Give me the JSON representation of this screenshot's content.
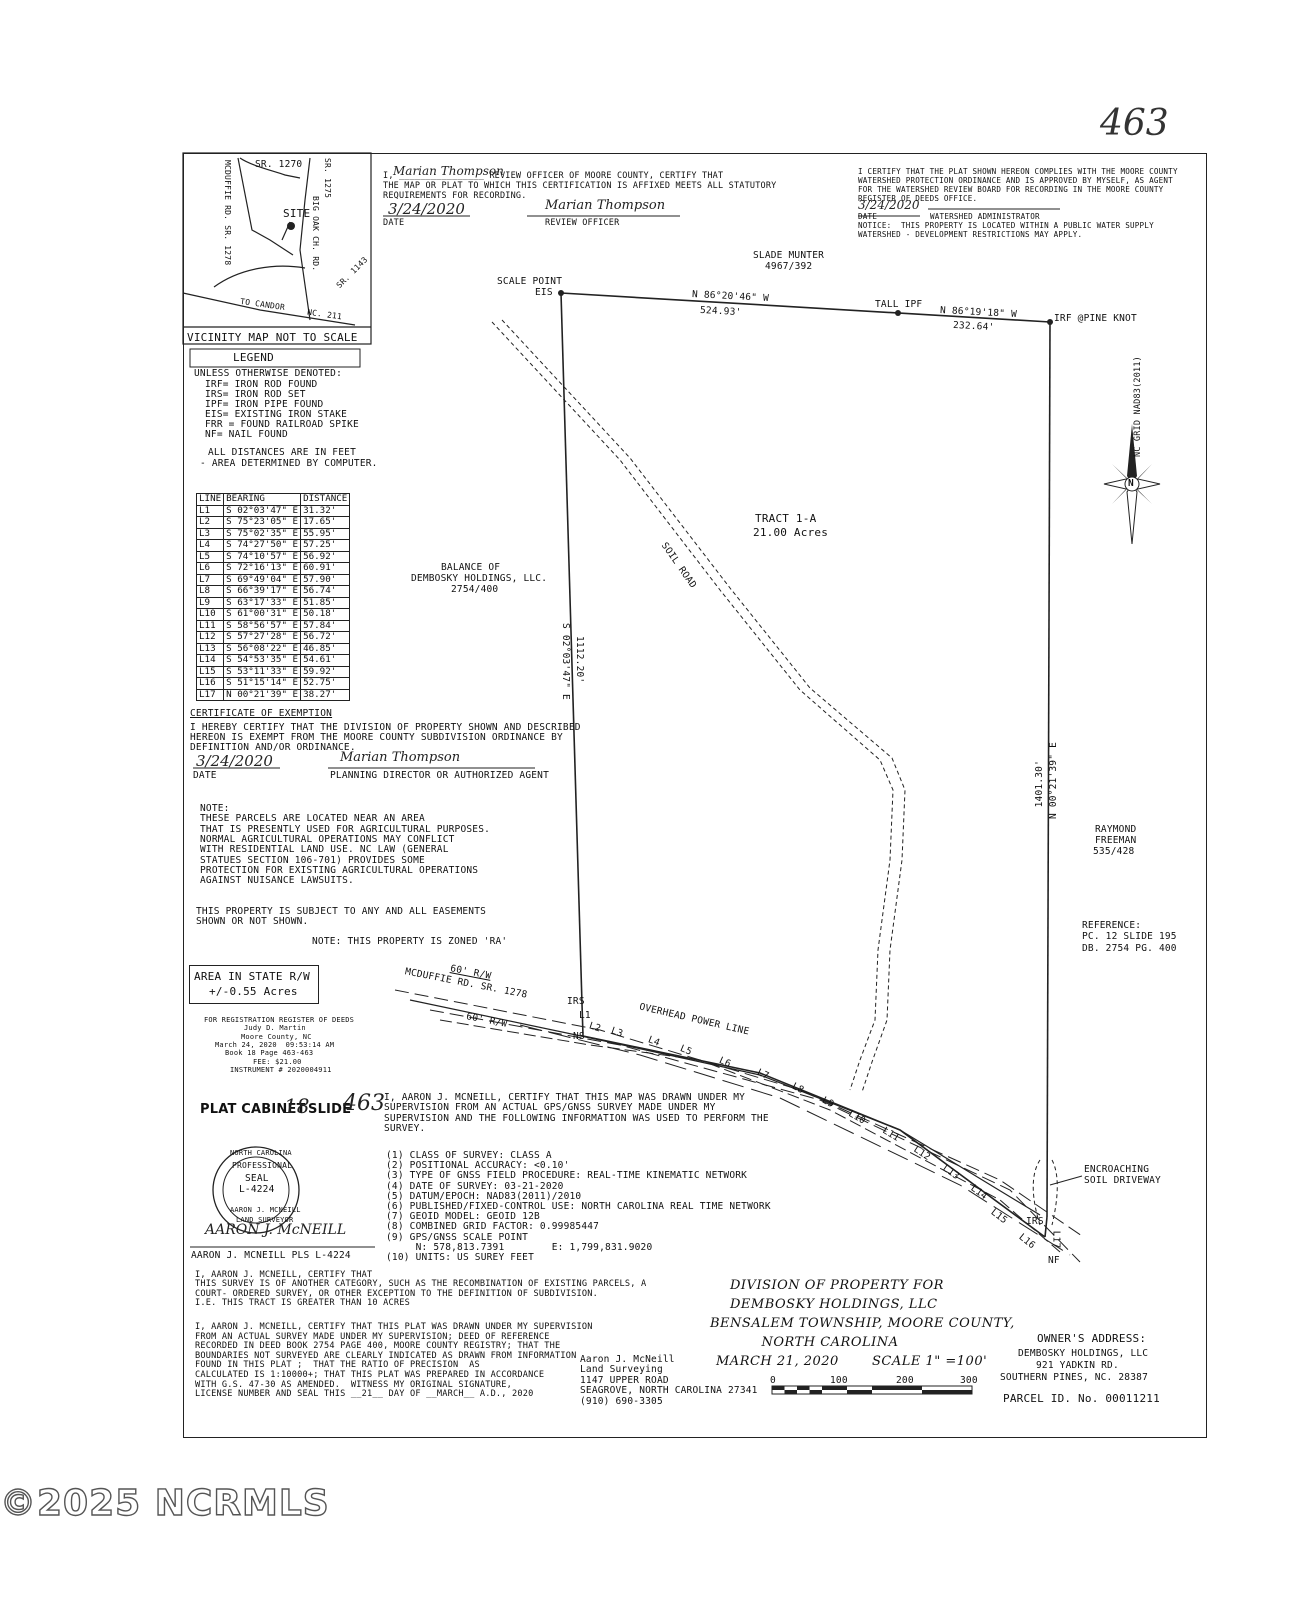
{
  "page_number": "463",
  "vicinity_map": {
    "roads": [
      "SR. 1270",
      "MCDUFFIE RD. SR. 1278",
      "SR. 1275",
      "BIG OAK CH. RD.",
      "SR. 1143",
      "TO CANDOR",
      "NC. 211"
    ],
    "site_label": "SITE",
    "caption": "VICINITY MAP NOT TO SCALE"
  },
  "review_officer_cert": {
    "lines": [
      "I, ________________ REVIEW OFFICER OF MOORE COUNTY, CERTIFY THAT",
      "THE MAP OR PLAT TO WHICH THIS CERTIFICATION IS AFFIXED MEETS ALL STATUTORY",
      "REQUIREMENTS FOR RECORDING."
    ],
    "signature_name": "Marian Thompson",
    "date_hand": "3/24/2020",
    "date_label": "DATE",
    "officer_label": "REVIEW OFFICER"
  },
  "watershed_cert": {
    "lines": [
      "I CERTIFY THAT THE PLAT SHOWN HEREON COMPLIES WITH THE MOORE COUNTY",
      "WATERSHED PROTECTION ORDINANCE AND IS APPROVED BY MYSELF, AS AGENT",
      "FOR THE WATERSHED REVIEW BOARD FOR RECORDING IN THE MOORE COUNTY",
      "REGISTER OF DEEDS OFFICE."
    ],
    "date_hand": "3/24/2020",
    "date_label": "DATE",
    "admin_label": "WATERSHED ADMINISTRATOR",
    "notice_lines": [
      "NOTICE:  THIS PROPERTY IS LOCATED WITHIN A PUBLIC WATER SUPPLY",
      "WATERSHED - DEVELOPMENT RESTRICTIONS MAY APPLY."
    ]
  },
  "legend": {
    "title": "LEGEND",
    "lines": [
      "UNLESS OTHERWISE DENOTED:",
      "IRF= IRON ROD FOUND",
      "IRS= IRON ROD SET",
      "IPF= IRON PIPE FOUND",
      "EIS= EXISTING IRON STAKE",
      "FRR = FOUND RAILROAD SPIKE",
      "NF= NAIL FOUND"
    ],
    "distance_note": [
      "ALL DISTANCES ARE IN FEET",
      "- AREA DETERMINED BY COMPUTER."
    ]
  },
  "line_table": {
    "headers": [
      "LINE",
      "BEARING",
      "DISTANCE"
    ],
    "rows": [
      [
        "L1",
        "S 02°03'47\" E",
        "31.32'"
      ],
      [
        "L2",
        "S 75°23'05\" E",
        "17.65'"
      ],
      [
        "L3",
        "S 75°02'35\" E",
        "55.95'"
      ],
      [
        "L4",
        "S 74°27'50\" E",
        "57.25'"
      ],
      [
        "L5",
        "S 74°10'57\" E",
        "56.92'"
      ],
      [
        "L6",
        "S 72°16'13\" E",
        "60.91'"
      ],
      [
        "L7",
        "S 69°49'04\" E",
        "57.90'"
      ],
      [
        "L8",
        "S 66°39'17\" E",
        "56.74'"
      ],
      [
        "L9",
        "S 63°17'33\" E",
        "51.85'"
      ],
      [
        "L10",
        "S 61°00'31\" E",
        "50.18'"
      ],
      [
        "L11",
        "S 58°56'57\" E",
        "57.84'"
      ],
      [
        "L12",
        "S 57°27'28\" E",
        "56.72'"
      ],
      [
        "L13",
        "S 56°08'22\" E",
        "46.85'"
      ],
      [
        "L14",
        "S 54°53'35\" E",
        "54.61'"
      ],
      [
        "L15",
        "S 53°11'33\" E",
        "59.92'"
      ],
      [
        "L16",
        "S 51°15'14\" E",
        "52.75'"
      ],
      [
        "L17",
        "N 00°21'39\" E",
        "38.27'"
      ]
    ]
  },
  "exemption_cert": {
    "title": "CERTIFICATE OF EXEMPTION",
    "lines": [
      "I HEREBY CERTIFY THAT THE DIVISION OF PROPERTY SHOWN AND DESCRIBED",
      "HEREON IS EXEMPT FROM THE MOORE COUNTY SUBDIVISION ORDINANCE BY",
      "DEFINITION AND/OR ORDINANCE."
    ],
    "date_hand": "3/24/2020",
    "date_label": "DATE",
    "agent_label": "PLANNING DIRECTOR OR AUTHORIZED AGENT"
  },
  "ag_note": {
    "lines": [
      "NOTE:",
      "THESE PARCELS ARE LOCATED NEAR AN AREA",
      "THAT IS PRESENTLY USED FOR AGRICULTURAL PURPOSES.",
      "NORMAL AGRICULTURAL OPERATIONS MAY CONFLICT",
      "WITH RESIDENTIAL LAND USE. NC LAW (GENERAL",
      "STATUES SECTION 106-701) PROVIDES SOME",
      "PROTECTION FOR EXISTING AGRICULTURAL OPERATIONS",
      "AGAINST NUISANCE LAWSUITS."
    ],
    "easement_lines": [
      "THIS PROPERTY IS SUBJECT TO ANY AND ALL EASEMENTS",
      "SHOWN OR NOT SHOWN."
    ],
    "zoning": "NOTE: THIS PROPERTY IS ZONED 'RA'"
  },
  "area_rw": [
    "AREA IN STATE R/W",
    "+/-0.55 Acres"
  ],
  "recording_stamp": [
    "FOR REGISTRATION REGISTER OF DEEDS",
    "Judy D. Martin",
    "Moore County, NC",
    "March 24, 2020  09:53:14 AM",
    "Book 18 Page 463-463",
    "FEE: $21.00",
    "INSTRUMENT # 2020004911"
  ],
  "plat_cabinet": {
    "label": "PLAT CABINET",
    "cabinet": "18",
    "slide_label": "SLIDE",
    "slide": "463"
  },
  "seal": {
    "text_top": "NORTH CAROLINA",
    "text_prof": "PROFESSIONAL",
    "seal_word": "SEAL",
    "number": "L-4224",
    "name": "AARON J. McNEILL",
    "text_bottom": "LAND SURVEYOR"
  },
  "surveyor_sig_caption": "AARON J. McNEILL PLS L-4224",
  "survey_cert": {
    "lines": [
      "I, AARON J. McNEILL, CERTIFY THAT THIS MAP WAS DRAWN UNDER MY",
      "SUPERVISION FROM AN ACTUAL GPS/GNSS SURVEY MADE UNDER MY",
      "SUPERVISION AND THE FOLLOWING INFORMATION WAS USED TO PERFORM THE",
      "SURVEY."
    ],
    "items": [
      "(1) CLASS OF SURVEY: CLASS A",
      "(2) POSITIONAL ACCURACY: <0.10'",
      "(3) TYPE OF GNSS FIELD PROCEDURE: REAL-TIME KINEMATIC NETWORK",
      "(4) DATE OF SURVEY: 03-21-2020",
      "(5) DATUM/EPOCH: NAD83(2011)/2010",
      "(6) PUBLISHED/FIXED-CONTROL USE: NORTH CAROLINA REAL TIME NETWORK",
      "(7) GEOID MODEL: GEOID 12B",
      "(8) COMBINED GRID FACTOR: 0.99985447",
      "(9) GPS/GNSS SCALE POINT",
      "     N: 578,813.7391        E: 1,799,831.9020",
      "(10) UNITS: US SUREY FEET"
    ]
  },
  "category_cert": [
    "I, AARON J. McNEILL, CERTIFY THAT",
    "THIS SURVEY IS OF ANOTHER CATEGORY, SUCH AS THE RECOMBINATION OF EXISTING PARCELS, A",
    "COURT- ORDERED SURVEY, OR OTHER EXCEPTION TO THE DEFINITION OF SUBDIVISION.",
    "I.E. THIS TRACT IS GREATER THAN 10 ACRES"
  ],
  "precision_cert": [
    "I, AARON J. McNEILL, CERTIFY THAT THIS PLAT WAS DRAWN UNDER MY SUPERVISION",
    "FROM AN ACTUAL SURVEY MADE UNDER MY SUPERVISION; DEED OF REFERENCE",
    "RECORDED IN DEED BOOK 2754 PAGE 400, MOORE COUNTY REGISTRY; THAT THE",
    "BOUNDARIES NOT SURVEYED ARE CLEARLY INDICATED AS DRAWN FROM INFORMATION",
    "FOUND IN THIS PLAT ;  THAT THE RATIO OF PRECISION  AS",
    "CALCULATED IS 1:10000+; THAT THIS PLAT WAS PREPARED IN ACCORDANCE",
    "WITH G.S. 47-30 AS AMENDED.  WITNESS MY ORIGINAL SIGNATURE,",
    "LICENSE NUMBER AND SEAL THIS __21__ DAY OF __March__ A.D., 2020"
  ],
  "firm": [
    "Aaron J. McNeill",
    "Land Surveying",
    "1147 UPPER ROAD",
    "SEAGROVE, NORTH CAROLINA 27341",
    "(910) 690-3305"
  ],
  "title_block": {
    "lines": [
      "DIVISION OF PROPERTY FOR",
      "DEMBOSKY HOLDINGS, LLC",
      "BENSALEM TOWNSHIP, MOORE COUNTY,",
      "NORTH CAROLINA"
    ],
    "date": "MARCH 21, 2020",
    "scale": "SCALE 1\" =100'",
    "scale_ticks": [
      "0",
      "100",
      "200",
      "300"
    ]
  },
  "owner": {
    "label": "OWNER'S ADDRESS:",
    "lines": [
      "DEMBOSKY HOLDINGS, LLC",
      "921 YADKIN RD.",
      "SOUTHERN PINES, NC. 28387"
    ],
    "parcel": "PARCEL ID. No. 00011211"
  },
  "plat": {
    "adjoiner_north": [
      "SLADE MUNTER",
      "4967/392"
    ],
    "scale_point": [
      "SCALE POINT",
      "EIS"
    ],
    "bearing_north_1": "N 86°20'46\" W",
    "dist_north_1": "524.93'",
    "tall_ipf": "TALL IPF",
    "bearing_north_2": "N 86°19'18\" W",
    "dist_north_2": "232.64'",
    "irf_pine": "IRF @PINE KNOT",
    "grid": "NC GRID NAD83(2011)",
    "north_letter": "N",
    "tract": [
      "TRACT 1-A",
      "21.00 Acres"
    ],
    "balance": [
      "BALANCE OF",
      "DEMBOSKY HOLDINGS, LLC.",
      "2754/400"
    ],
    "soil_road": "SOIL ROAD",
    "west_bearing": "S 02°03'47\" E",
    "west_dist": "1112.20'",
    "east_bearing": "N 00°21'39\" E",
    "east_dist": "1401.30'",
    "adjoiner_east": [
      "RAYMOND",
      "FREEMAN",
      "535/428"
    ],
    "reference": [
      "REFERENCE:",
      "PC. 12 SLIDE 195",
      "DB. 2754 PG. 400"
    ],
    "rw_top": "60' R/W",
    "road": "McDUFFIE RD. SR. 1278",
    "power": "OVERHEAD POWER LINE",
    "rw_bottom": "60' R/W",
    "irs": "IRS",
    "ns": "NS",
    "irs2": "IRS",
    "nf": "NF",
    "l1": "L1",
    "encroach": [
      "ENCROACHING",
      "SOIL DRIVEWAY"
    ],
    "line_labels": [
      "L2",
      "L3",
      "L4",
      "L5",
      "L6",
      "L7",
      "L8",
      "L9",
      "L10",
      "L11",
      "L12",
      "L13",
      "L14",
      "L15",
      "L16",
      "L17"
    ]
  },
  "watermark": "©2025 NCRMLS"
}
